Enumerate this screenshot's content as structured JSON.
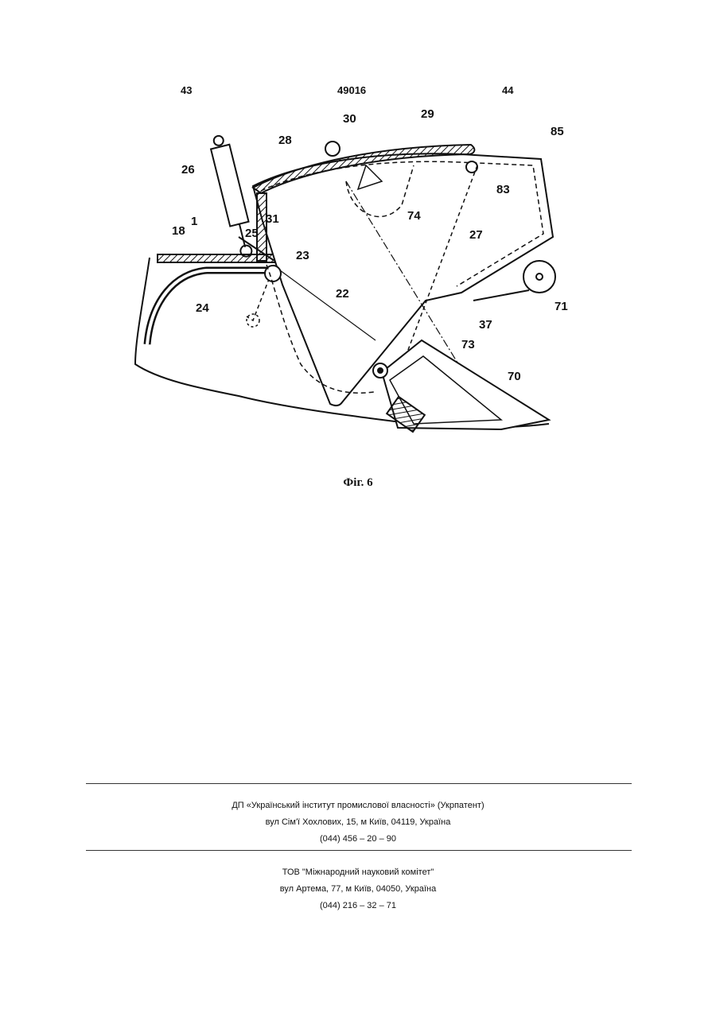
{
  "header": {
    "left_page": "43",
    "patent_number": "49016",
    "right_page": "44"
  },
  "figure": {
    "caption": "Фіг. 6",
    "labels": [
      "26",
      "1",
      "18",
      "25",
      "24",
      "28",
      "30",
      "29",
      "85",
      "83",
      "74",
      "27",
      "31",
      "23",
      "22",
      "71",
      "37",
      "73",
      "70"
    ]
  },
  "footer": {
    "publisher": {
      "name": "ДП «Український інститут промислової власності» (Укрпатент)",
      "address": "вул  Сім'ї Хохлових, 15, м  Київ, 04119, Україна",
      "phone": "(044) 456 – 20 –  90"
    },
    "printer": {
      "name": "ТОВ \"Міжнародний науковий комітет\"",
      "address": "вул  Артема, 77, м  Київ, 04050, Україна",
      "phone": "(044) 216 – 32 – 71"
    }
  }
}
